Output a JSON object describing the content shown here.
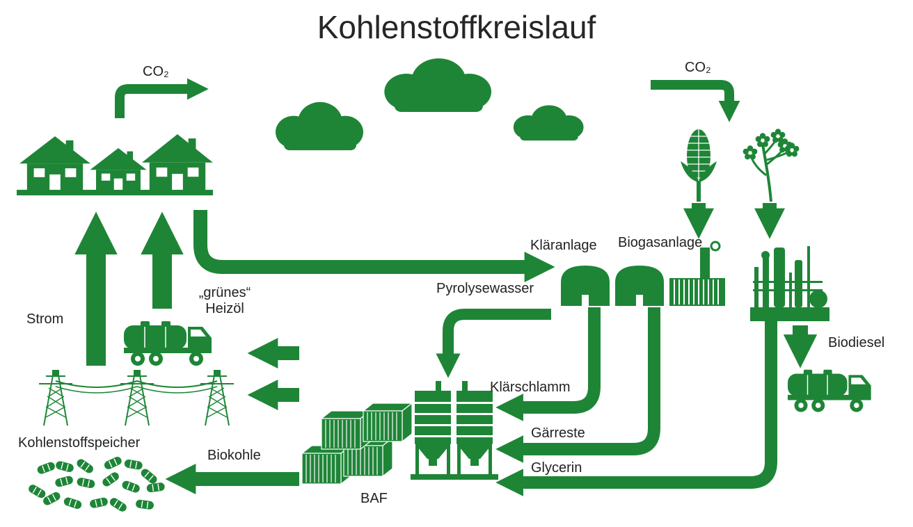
{
  "title": "Kohlenstoffkreislauf",
  "colors": {
    "green": "#1e8537",
    "ink": "#222222"
  },
  "labels": {
    "co2_left": "CO₂",
    "co2_right": "CO₂",
    "strom": "Strom",
    "heizoel": "„grünes“\nHeizöl",
    "kohlenstoffspeicher": "Kohlenstoffspeicher",
    "biokohle": "Biokohle",
    "baf": "BAF",
    "klaeranlage": "Kläranlage",
    "biogasanlage": "Biogasanlage",
    "pyrolysewasser": "Pyrolysewasser",
    "klaerschlamm": "Klärschlamm",
    "gaerreste": "Gärreste",
    "glycerin": "Glycerin",
    "biodiesel": "Biodiesel"
  },
  "icons": [
    "houses-icon",
    "cloud-icon",
    "corn-plant-icon",
    "rapeseed-plant-icon",
    "sewage-treatment-plant-icon",
    "biogas-plant-icon",
    "refinery-icon",
    "tanker-truck-icon",
    "power-lines-icon",
    "shipping-containers-icon",
    "silos-icon",
    "carbon-pellets-icon"
  ]
}
